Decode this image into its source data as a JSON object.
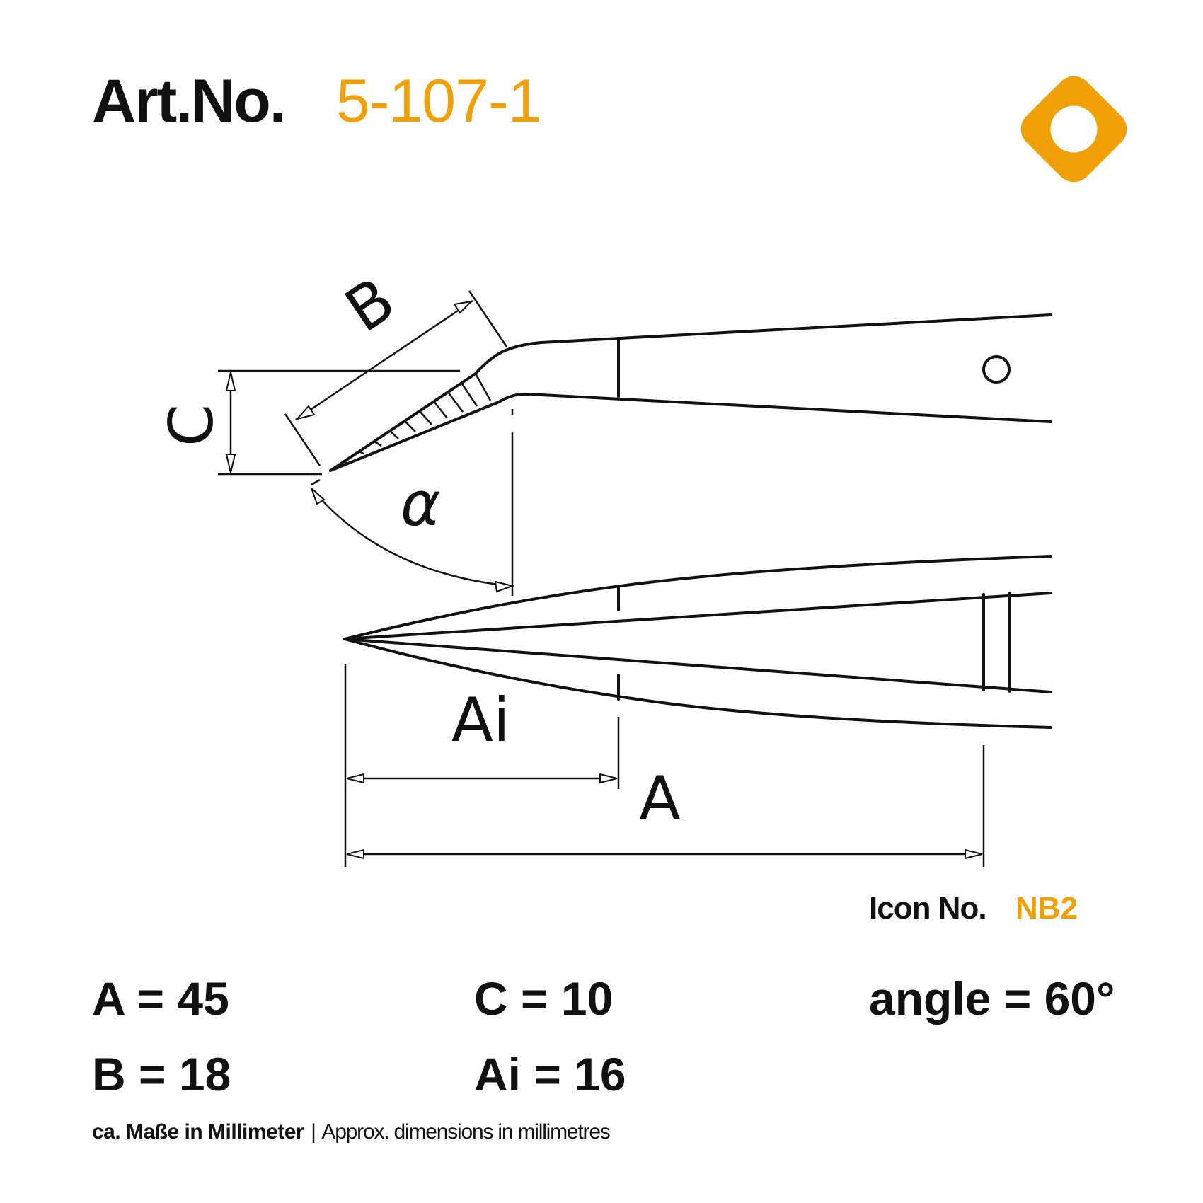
{
  "header": {
    "art_label": "Art.No.",
    "art_number": "5-107-1"
  },
  "icon": {
    "label": "Icon No.",
    "number": "NB2",
    "logo_icon": "tweezer-tip-logo-icon"
  },
  "diagram_labels": {
    "A": "A",
    "Ai": "Ai",
    "B": "B",
    "C": "C",
    "alpha": "α"
  },
  "dimensions": {
    "A": "A = 45",
    "B": "B = 18",
    "C": "C = 10",
    "Ai": "Ai = 16",
    "angle": "angle = 60°"
  },
  "footer": {
    "german": "ca. Maße in Millimeter",
    "separator": "|",
    "english": "Approx. dimensions in millimetres"
  },
  "colors": {
    "accent": "#F2A007",
    "text": "#111111",
    "background": "#FFFFFF"
  }
}
